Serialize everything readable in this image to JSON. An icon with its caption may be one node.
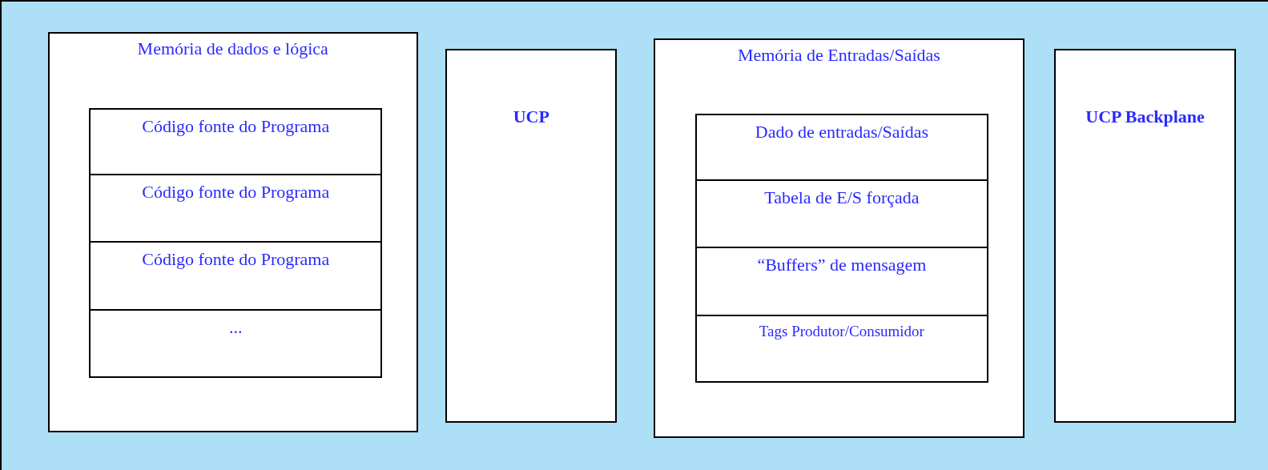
{
  "diagram": {
    "nodes": [
      {
        "text": [
          "Memória de dados e lógica"
        ]
      },
      {
        "text": [
          "Código fonte do Programa"
        ],
        "in": 0
      },
      {
        "text": [
          "Código fonte do Programa"
        ],
        "in": 0
      },
      {
        "text": [
          "Código fonte do Programa"
        ],
        "in": 0
      },
      {
        "text": [
          "..."
        ],
        "in": 0
      },
      {
        "text": [
          "UCP"
        ]
      },
      {
        "text": [
          "Memória de Entradas/Saídas"
        ]
      },
      {
        "text": [
          "Dado de entradas/Saídas"
        ],
        "in": 6
      },
      {
        "text": [
          "Tabela de E/S forçada"
        ],
        "in": 6
      },
      {
        "text": [
          "“Buffers” de mensagem"
        ],
        "in": 6
      },
      {
        "text": [
          "Tags Produtor/Consumidor"
        ],
        "in": 6
      },
      {
        "text": [
          "UCP Backplane"
        ]
      }
    ]
  }
}
